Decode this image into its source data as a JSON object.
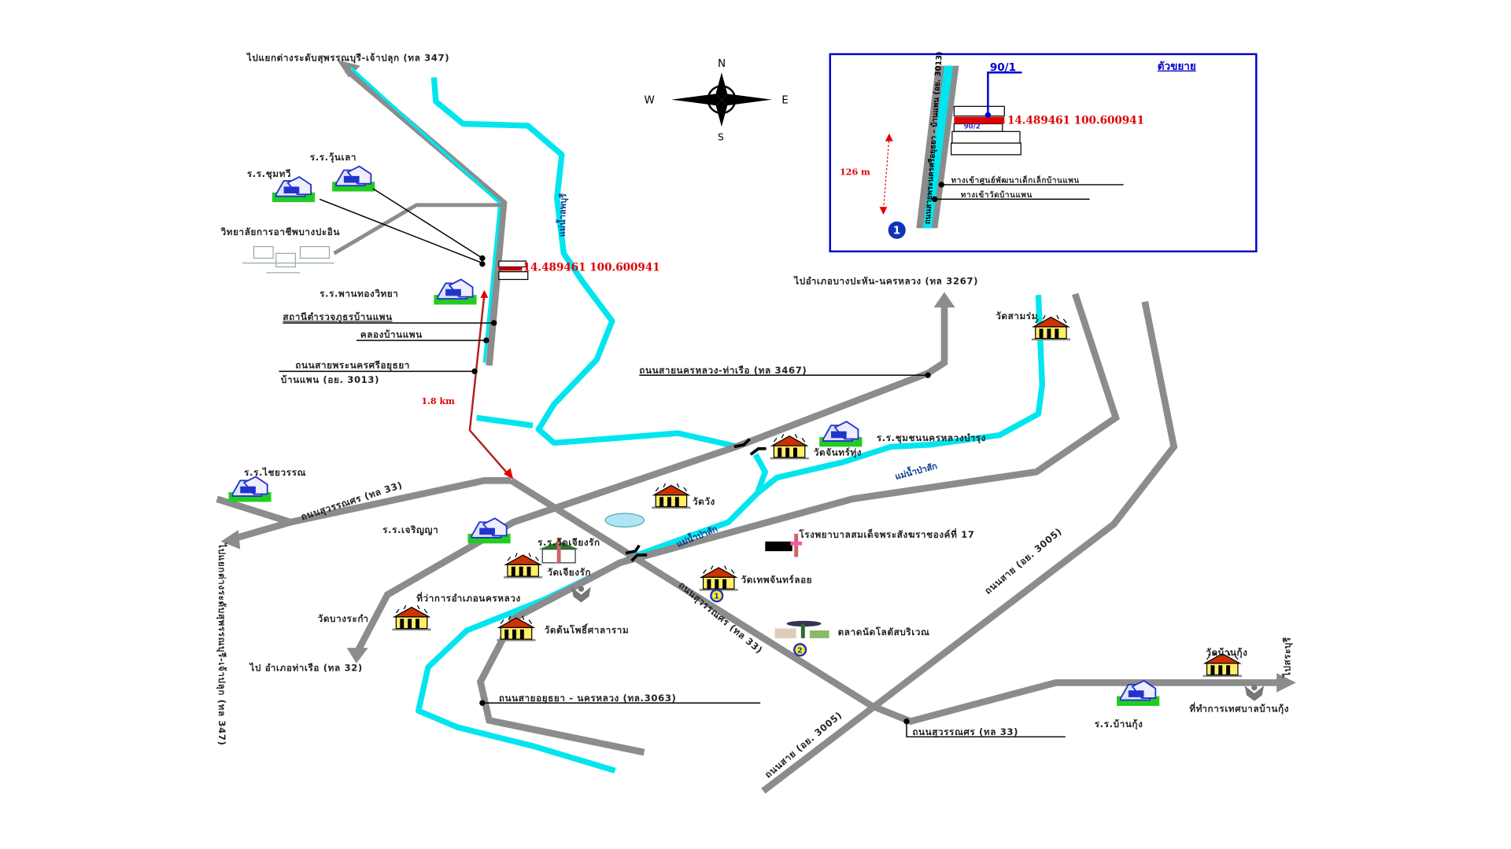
{
  "colors": {
    "road": "#8c8c8c",
    "river": "#00e5ee",
    "marker": "#e00000",
    "inset_border": "#0000cc"
  },
  "compass": {
    "n": "N",
    "e": "E",
    "s": "S",
    "w": "W"
  },
  "main": {
    "to_route_347_north": "ไปแยกต่างระดับสุพรรณบุรี-เจ้าปลุก (ทล 347)",
    "school_1": "ร.ร.ชุมทวี",
    "school_2": "ร.ร.วุ้นเลา",
    "college": "วิทยาลัยการอาชีพบางปะอิน",
    "coordinates": "14.489461 100.600941",
    "school_4": "ร.ร.พานทองวิทยา",
    "police_station": "สถานีตำรวจภูธรบ้านแพน",
    "canal_junction": "คลองบ้านแพน",
    "road_3013_line1": "ถนนสายพระนครศรีอยุธยา",
    "road_3013_line2": "บ้านแพน (อย. 3013)",
    "distance": "1.8 km",
    "river_north": "แม่น้ำลพบุรี",
    "to_route_3267": "ไปอำเภอบางปะหัน-นครหลวง (ทล 3267)",
    "temple_samrom": "วัดสามร่ม",
    "road_3467": "ถนนสายนครหลวง-ท่าเรือ (ทล 3467)",
    "school_community": "ร.ร.ชุมชนนครหลวงบำรุง",
    "temple_chan": "วัดจันทร์ทุ่ง",
    "river_pasak_1": "แม่น้ำป่าสัก",
    "school_chaiwan": "ร.ร.ไชยวรรณ",
    "road_33_west": "ถนนสุวรรณศร (ทล 33)",
    "temple_wang": "วัดวัง",
    "school_charoen": "ร.ร.เจริญญา",
    "school_wat": "ร.ร.วัดเจียงรัก",
    "temple_chiang": "วัดเจียงรัก",
    "river_pasak_2": "แม่น้ำป่าสัก",
    "hospital": "โรงพยาบาลสมเด็จพระสังฆราชองค์ที่ 17",
    "temple_thep": "วัดเทพจันทร์ลอย",
    "district_office": "ที่ว่าการอำเภอนครหลวง",
    "temple_bangrakam": "วัดบางระกำ",
    "temple_south": "วัดต้นโพธิ์ศาลาราม",
    "market": "ตลาดนัดโลตัสบริเวณ",
    "road_33_se": "ถนนสุวรรณศร (ทล 33)",
    "to_route_32": "ไป อำเภอท่าเรือ (ทล 32)",
    "to_route_347_west": "ไปแยกต่างระดับสุพรรณบุรี-เจ้าปลุก (ทล 347)",
    "road_3063": "ถนนสายอยุธยา - นครหลวง (ทล.3063)",
    "road_3005_a": "ถนนสาย (อย. 3005)",
    "road_3005_b": "ถนนสาย (อย. 3005)",
    "road_33_south": "ถนนสุวรรณศร (ทล 33)",
    "temple_bankung": "วัดบ้านกุ้ง",
    "school_bankung": "ร.ร.บ้านกุ้ง",
    "office_bankung": "ที่ทำการเทศบาลบ้านกุ้ง",
    "to_saraburi": "ไปสระบุรี",
    "marker_1": "1",
    "marker_2": "2"
  },
  "inset": {
    "title": "ตัวขยาย",
    "house_no": "90/1",
    "house_no_2": "90/2",
    "coordinates": "14.489461 100.600941",
    "distance": "126 m",
    "road": "ถนนสายพระนครศรีอยุธยา - บ้านแพน (อย. 3013)",
    "label_1": "ทางเข้าศูนย์พัฒนาเด็กเล็กบ้านแพน",
    "label_2": "ทางเข้าวัดบ้านแพน",
    "marker": "1"
  }
}
